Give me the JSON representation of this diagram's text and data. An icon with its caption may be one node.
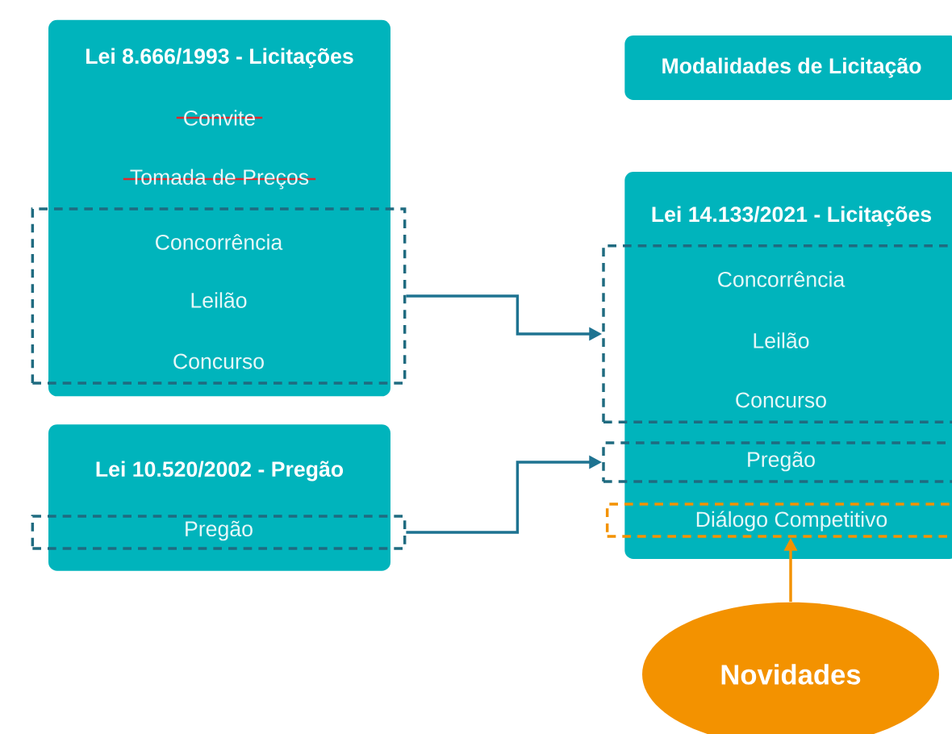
{
  "diagram": {
    "nodes": [
      {
        "text": [
          "Lei 8.666/1993 - Licitações",
          "Convite",
          "Tomada de Preços"
        ]
      },
      {
        "text": [
          "Concorrência",
          "Leilão",
          "Concurso"
        ]
      },
      {
        "text": [
          "Lei 10.520/2002 - Pregão"
        ]
      },
      {
        "text": [
          "Pregão"
        ]
      },
      {
        "text": [
          "Modalidades de Licitação"
        ]
      },
      {
        "text": [
          "Lei 14.133/2021 - Licitações"
        ]
      },
      {
        "text": [
          "Concorrência",
          "Leilão",
          "Concurso"
        ]
      },
      {
        "text": [
          "Pregão"
        ]
      },
      {
        "text": [
          "Diálogo Competitivo"
        ],
        "in": 5
      },
      {
        "text": [
          "Novidades"
        ]
      }
    ],
    "edges": [
      {
        "from": 1,
        "to": 6,
        "arrow": "to"
      },
      {
        "from": 3,
        "to": 7,
        "arrow": "to"
      },
      {
        "from": 9,
        "to": 8,
        "arrow": "to",
        "color": "#f39200"
      }
    ]
  }
}
